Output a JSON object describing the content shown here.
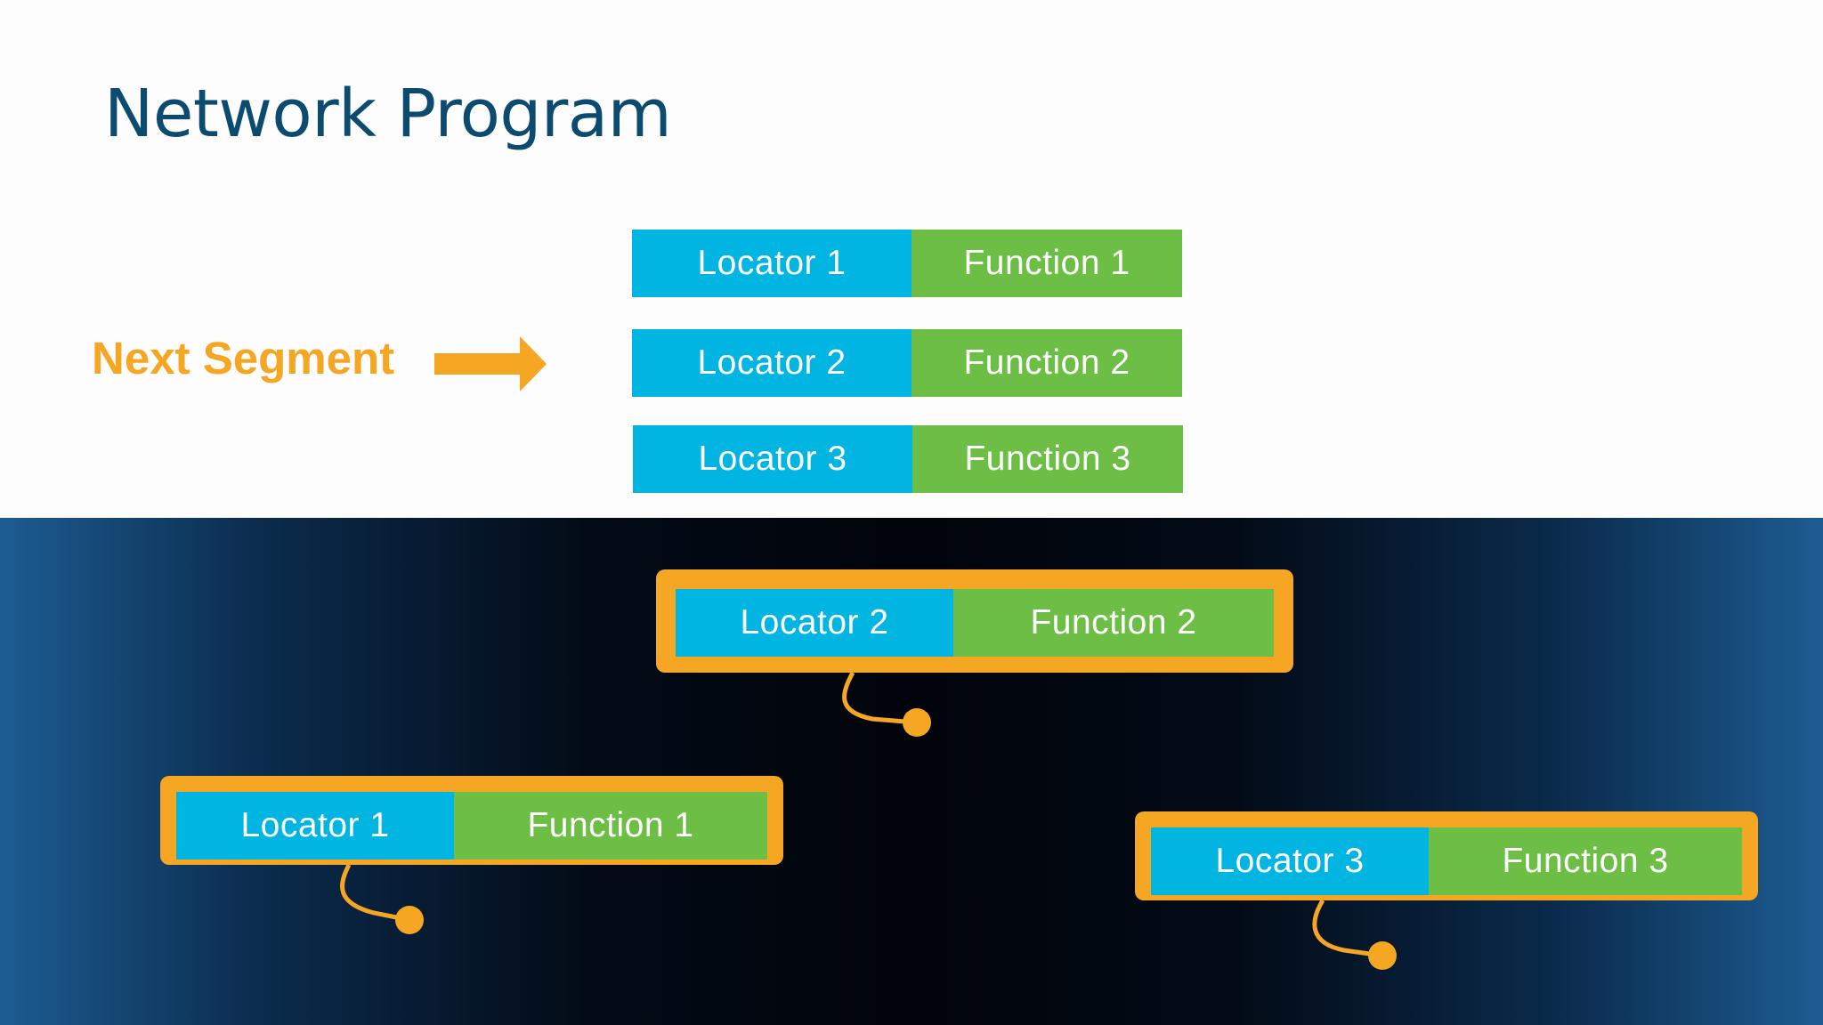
{
  "title": "Network Program",
  "next_segment_label": "Next Segment",
  "colors": {
    "locator": "#00b5e2",
    "function": "#6cbe45",
    "accent": "#f5a623",
    "title": "#0b4b6f"
  },
  "segment_list": [
    {
      "locator": "Locator 1",
      "function": "Function 1"
    },
    {
      "locator": "Locator 2",
      "function": "Function 2"
    },
    {
      "locator": "Locator 3",
      "function": "Function 3"
    }
  ],
  "callouts": [
    {
      "locator": "Locator 2",
      "function": "Function 2"
    },
    {
      "locator": "Locator 1",
      "function": "Function 1"
    },
    {
      "locator": "Locator 3",
      "function": "Function 3"
    }
  ]
}
